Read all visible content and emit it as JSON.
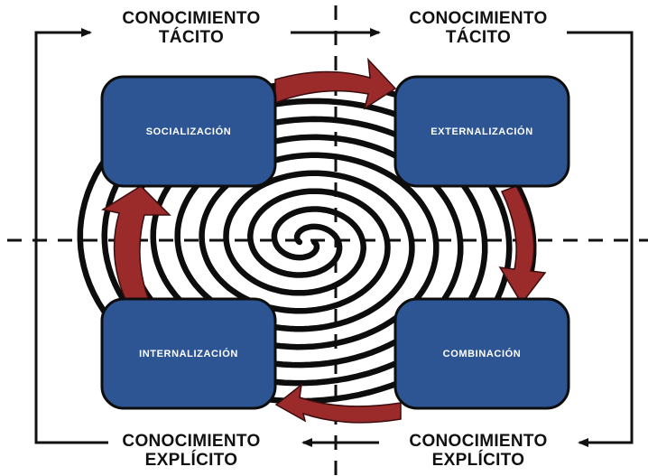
{
  "labels": {
    "top_left": {
      "line1": "CONOCIMIENTO",
      "line2": "TÁCITO"
    },
    "top_right": {
      "line1": "CONOCIMIENTO",
      "line2": "TÁCITO"
    },
    "bottom_left": {
      "line1": "CONOCIMIENTO",
      "line2": "EXPLÍCITO"
    },
    "bottom_right": {
      "line1": "CONOCIMIENTO",
      "line2": "EXPLÍCITO"
    }
  },
  "boxes": {
    "socializacion": "SOCIALIZACIÓN",
    "externalizacion": "EXTERNALIZACIÓN",
    "combinacion": "COMBINACIÓN",
    "internalizacion": "INTERNALIZACIÓN"
  },
  "colors": {
    "box_fill": "#2d5593",
    "box_stroke": "#0d0d0d",
    "arrow_fill": "#9b2a2a",
    "spiral": "#0d0d0d",
    "text": "#111111"
  }
}
